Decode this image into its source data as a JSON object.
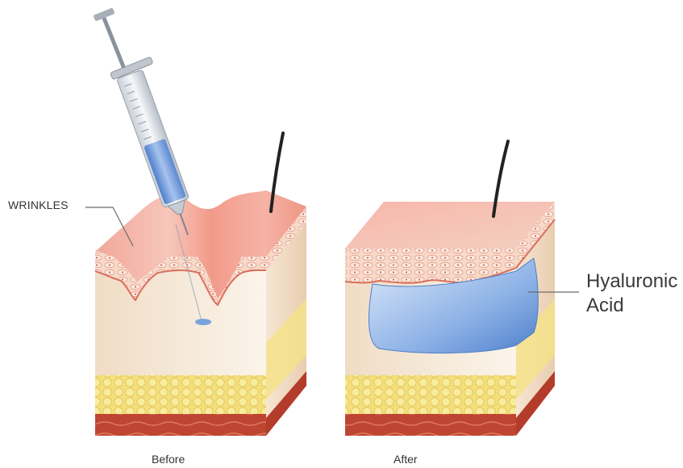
{
  "labels": {
    "wrinkles": "WRINKLES",
    "hyaluronic_line1": "Hyaluronic",
    "hyaluronic_line2": "Acid",
    "before": "Before",
    "after": "After"
  },
  "colors": {
    "skin_top": "#f3b0a5",
    "epidermis": "#f7d8c4",
    "dermis": "#f3e5d2",
    "fat": "#f3e07a",
    "muscle": "#b8402f",
    "filler": "#7ea7df",
    "syringe_fluid": "#6b97d6"
  }
}
